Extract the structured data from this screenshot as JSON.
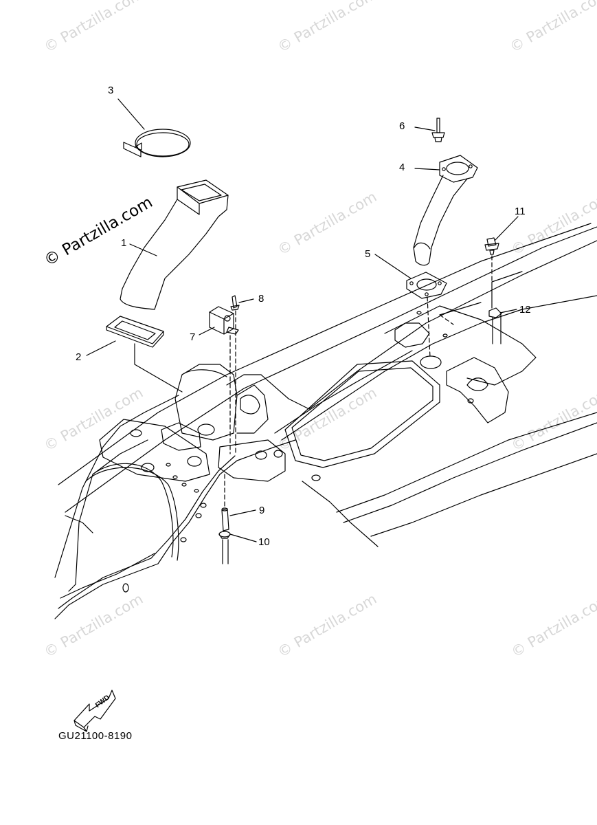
{
  "watermark": {
    "text": "© Partzilla.com"
  },
  "brand_watermark": {
    "text": "© Partzilla.com"
  },
  "callouts": [
    {
      "number": "1"
    },
    {
      "number": "2"
    },
    {
      "number": "3"
    },
    {
      "number": "4"
    },
    {
      "number": "5"
    },
    {
      "number": "6"
    },
    {
      "number": "7"
    },
    {
      "number": "8"
    },
    {
      "number": "9"
    },
    {
      "number": "10"
    },
    {
      "number": "11"
    },
    {
      "number": "12"
    }
  ],
  "fwd_arrow": {
    "label": "FWD",
    "icon": "fwd-arrow-icon"
  },
  "diagram_code": "GU21100-8190",
  "colors": {
    "line": "#000000",
    "watermark": "#b8b8b8",
    "background": "#ffffff"
  }
}
